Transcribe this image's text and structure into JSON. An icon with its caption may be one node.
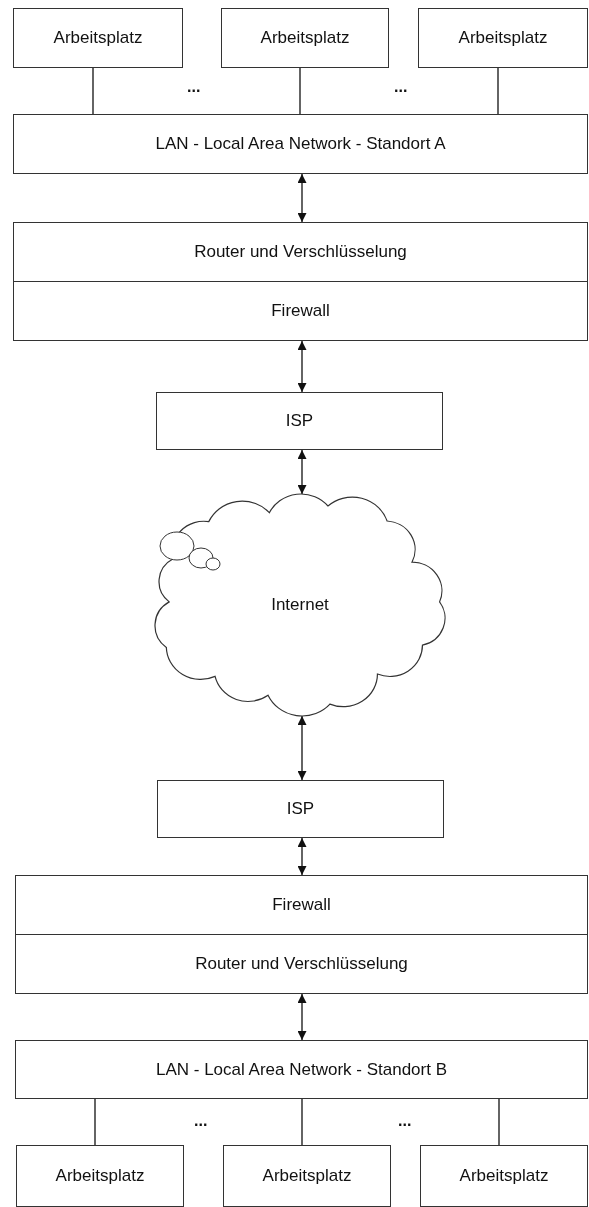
{
  "diagram": {
    "nodes": [
      {
        "text": [
          "Arbeitsplatz"
        ]
      },
      {
        "text": [
          "Arbeitsplatz"
        ]
      },
      {
        "text": [
          "Arbeitsplatz"
        ]
      },
      {
        "text": [
          "LAN - Local Area Network - Standort A"
        ]
      },
      {
        "text": [
          "Router und Verschlüsselung"
        ]
      },
      {
        "text": [
          "Firewall"
        ]
      },
      {
        "text": [
          "ISP"
        ]
      },
      {
        "text": [
          "Internet"
        ]
      },
      {
        "text": [
          "ISP"
        ]
      },
      {
        "text": [
          "Firewall"
        ]
      },
      {
        "text": [
          "Router und Verschlüsselung"
        ]
      },
      {
        "text": [
          "LAN - Local Area Network - Standort B"
        ]
      },
      {
        "text": [
          "Arbeitsplatz"
        ]
      },
      {
        "text": [
          "Arbeitsplatz"
        ]
      },
      {
        "text": [
          "Arbeitsplatz"
        ]
      }
    ],
    "edges": [
      {
        "from": 0,
        "to": 3,
        "arrow": "none"
      },
      {
        "from": 1,
        "to": 3,
        "arrow": "none"
      },
      {
        "from": 2,
        "to": 3,
        "arrow": "none"
      },
      {
        "from": 3,
        "to": 4,
        "arrow": "both"
      },
      {
        "from": 5,
        "to": 6,
        "arrow": "both"
      },
      {
        "from": 6,
        "to": 7,
        "arrow": "both"
      },
      {
        "from": 7,
        "to": 8,
        "arrow": "both"
      },
      {
        "from": 8,
        "to": 9,
        "arrow": "both"
      },
      {
        "from": 10,
        "to": 11,
        "arrow": "both"
      },
      {
        "from": 11,
        "to": 12,
        "arrow": "none"
      },
      {
        "from": 11,
        "to": 13,
        "arrow": "none"
      },
      {
        "from": 11,
        "to": 14,
        "arrow": "none"
      }
    ],
    "labels": [
      "...",
      "...",
      "...",
      "..."
    ]
  }
}
